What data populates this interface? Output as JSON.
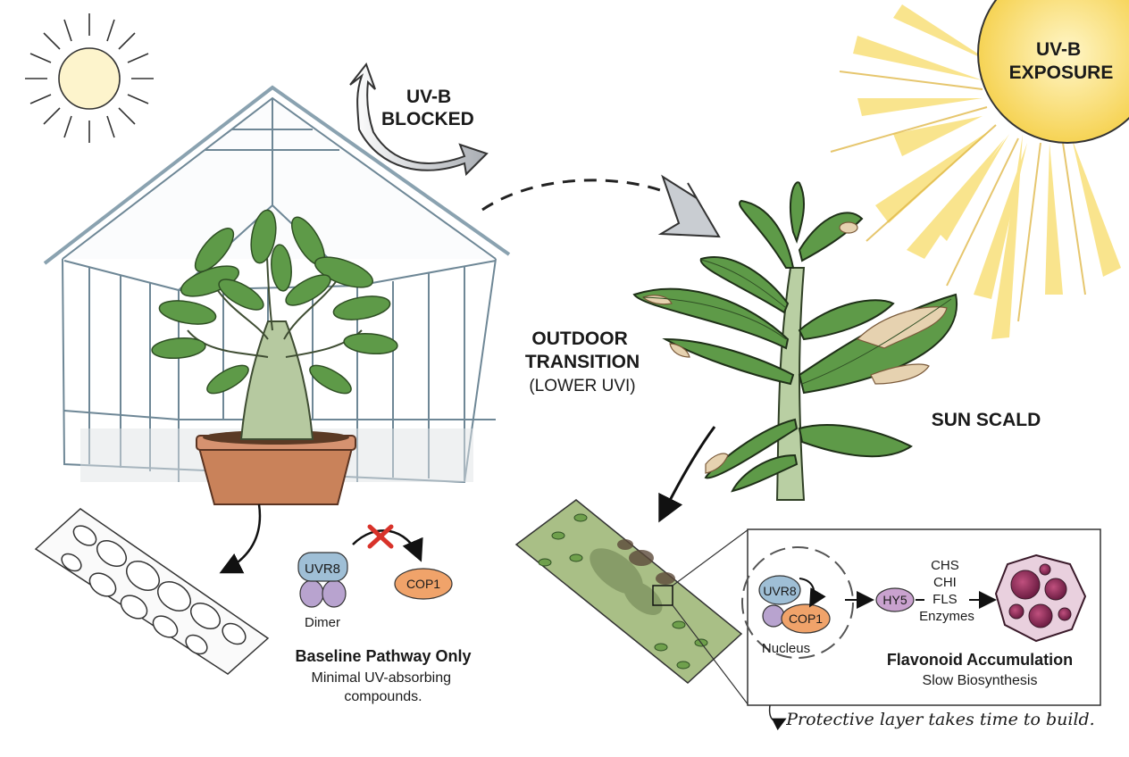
{
  "labels": {
    "uvb_blocked": [
      "UV-B",
      "BLOCKED"
    ],
    "uvb_exposure": [
      "UV-B",
      "EXPOSURE"
    ],
    "outdoor_transition": [
      "OUTDOOR",
      "TRANSITION"
    ],
    "outdoor_uvi": "(LOWER UVI)",
    "sun_scald": "SUN SCALD",
    "uvr8_left": "UVR8",
    "dimer": "Dimer",
    "cop1_left": "COP1",
    "baseline_title": "Baseline Pathway Only",
    "baseline_desc": [
      "Minimal UV-absorbing",
      "compounds."
    ],
    "uvr8_right": "UVR8",
    "cop1_right": "COP1",
    "nucleus": "Nucleus",
    "hy5": "HY5",
    "enzymes": [
      "CHS",
      "CHI",
      "FLS",
      "Enzymes"
    ],
    "flavonoid_title": "Flavonoid Accumulation",
    "flavonoid_desc": "Slow Biosynthesis",
    "footnote": "Protective layer takes time to build."
  },
  "colors": {
    "sun_core": "#fdf6d2",
    "sun_bright": "#fbe27a",
    "leaf_green": "#5e9a48",
    "leaf_dark": "#3f6f31",
    "pot": "#c9825a",
    "uvr8_blue": "#9fbfd6",
    "uvr8_purple": "#b8a3cf",
    "cop1_orange": "#f0a36a",
    "hy5_purple": "#c9a2cf",
    "block_red": "#d8322a",
    "flavonoid": "#8b2a55",
    "scald": "#e6d2b0"
  },
  "icons": [
    "sun-icon",
    "greenhouse-icon",
    "potted-plant-icon",
    "outdoor-plant-icon",
    "cell-tissue-icon",
    "block-x-icon",
    "arrow-icon"
  ]
}
